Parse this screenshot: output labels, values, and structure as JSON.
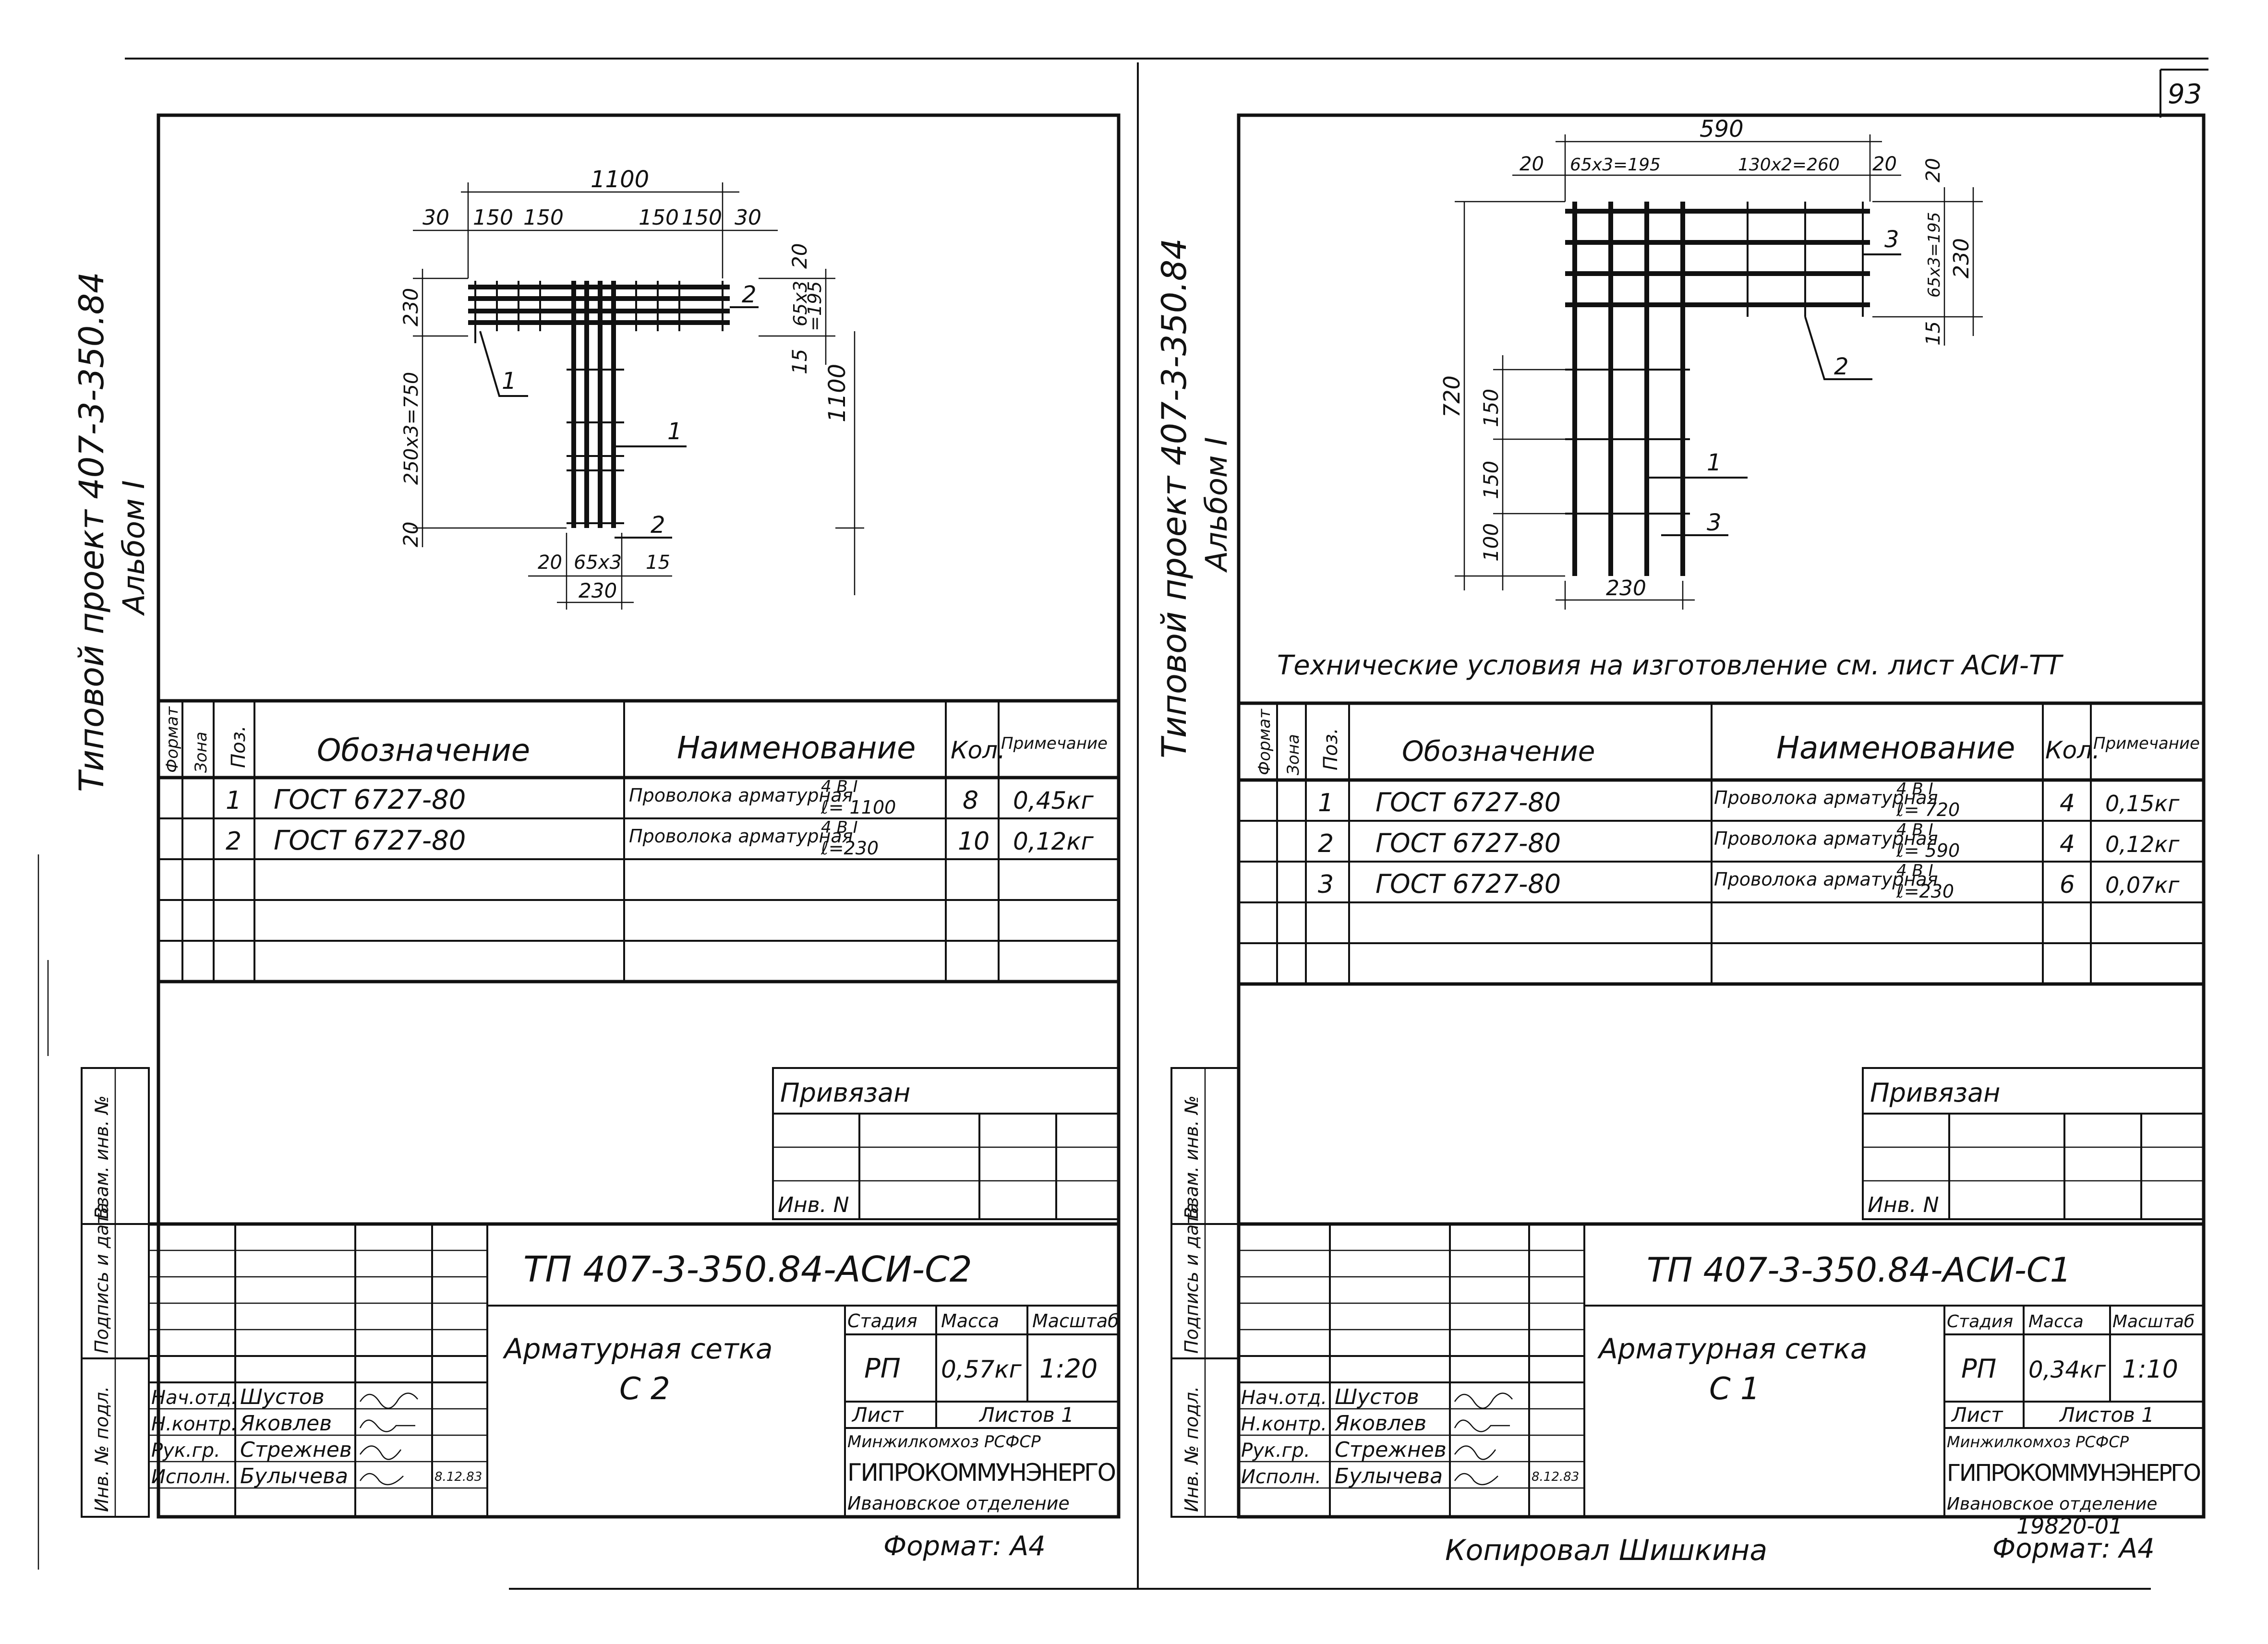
{
  "page_number": "93",
  "copied_by": "Копировал Шишкина",
  "archive_number": "19820-01",
  "left_sheet": {
    "vertical_title": "Типовой проект 407-3-350.84",
    "vertical_subtitle": "Альбом I",
    "drawing": {
      "dims": {
        "overall_width": "1100",
        "top_left": [
          "30",
          "150",
          "150"
        ],
        "top_right": [
          "150",
          "150",
          "30"
        ],
        "right_top": "20",
        "right_mid": "65х3",
        "right_mid2": "=195",
        "right_bottom": "15",
        "right_height": "1100",
        "left_height_flange": "230",
        "left_height_stem": "250х3=750",
        "left_bottom": "20",
        "bottom_parts": [
          "20",
          "65х3",
          "15"
        ],
        "bottom_width": "230"
      },
      "callouts": [
        "1",
        "1",
        "2",
        "2"
      ]
    },
    "spec": {
      "headers": {
        "format": "Формат",
        "zone": "Зона",
        "pos": "Поз.",
        "designation": "Обозначение",
        "name": "Наименование",
        "qty": "Кол.",
        "note": "Примечание"
      },
      "rows": [
        {
          "pos": "1",
          "designation": "ГОСТ 6727-80",
          "name": "Проволока арматурная",
          "spec": "4 B I",
          "length": "ℓ= 1100",
          "qty": "8",
          "note": "0,45кг"
        },
        {
          "pos": "2",
          "designation": "ГОСТ 6727-80",
          "name": "Проволока арматурная",
          "spec": "4 B I",
          "length": "ℓ=230",
          "qty": "10",
          "note": "0,12кг"
        }
      ]
    },
    "side_labels": [
      "Инв. № подл.",
      "Подпись и дата",
      "Взам. инв. №"
    ],
    "tied_label": "Привязан",
    "inv_label": "Инв. N",
    "title_block": {
      "code": "ТП  407-3-350.84-АСИ-С2",
      "name_line1": "Арматурная  сетка",
      "name_line2": "С 2",
      "stage_label": "Стадия",
      "mass_label": "Масса",
      "scale_label": "Масштаб",
      "stage": "РП",
      "mass": "0,57кг",
      "scale": "1:20",
      "sheet_label": "Лист",
      "sheets_label": "Листов 1",
      "org1": "Минжилкомхоз РСФСР",
      "org2": "ГИПРОКОММУНЭНЕРГО",
      "org3": "Ивановское отделение",
      "people": [
        {
          "role": "Нач.отд.",
          "name": "Шустов",
          "date": ""
        },
        {
          "role": "Н.контр.",
          "name": "Яковлев",
          "date": ""
        },
        {
          "role": "Рук.гр.",
          "name": "Стрежнев",
          "date": ""
        },
        {
          "role": "Исполн.",
          "name": "Булычева",
          "date": "8.12.83"
        }
      ]
    },
    "format": "Формат: А4"
  },
  "right_sheet": {
    "vertical_title": "Типовой проект 407-3-350.84",
    "vertical_subtitle": "Альбом I",
    "drawing": {
      "dims": {
        "overall_width": "590",
        "top_parts": [
          "20",
          "65х3=195",
          "130х2=260",
          "20"
        ],
        "right_top": "20",
        "right_mid": "65х3=195",
        "right_bottom": "15",
        "right_height": "230",
        "left_total": "720",
        "left_parts": [
          "150",
          "150",
          "100"
        ],
        "bottom_width": "230"
      },
      "callouts": [
        "3",
        "2",
        "1",
        "3"
      ]
    },
    "tech_note": "Технические  условия  на  изготовление  см. лист  АСИ-ТТ",
    "spec": {
      "headers": {
        "format": "Формат",
        "zone": "Зона",
        "pos": "Поз.",
        "designation": "Обозначение",
        "name": "Наименование",
        "qty": "Кол.",
        "note": "Примечание"
      },
      "rows": [
        {
          "pos": "1",
          "designation": "ГОСТ 6727-80",
          "name": "Проволока арматурная",
          "spec": "4 B I",
          "length": "ℓ= 720",
          "qty": "4",
          "note": "0,15кг"
        },
        {
          "pos": "2",
          "designation": "ГОСТ 6727-80",
          "name": "Проволока арматурная",
          "spec": "4 B I",
          "length": "ℓ= 590",
          "qty": "4",
          "note": "0,12кг"
        },
        {
          "pos": "3",
          "designation": "ГОСТ 6727-80",
          "name": "Проволока арматурная",
          "spec": "4 B I",
          "length": "ℓ=230",
          "qty": "6",
          "note": "0,07кг"
        }
      ]
    },
    "side_labels": [
      "Инв. № подл.",
      "Подпись и дата",
      "Взам. инв. №"
    ],
    "tied_label": "Привязан",
    "inv_label": "Инв. N",
    "title_block": {
      "code": "ТП  407-3-350.84-АСИ-С1",
      "name_line1": "Арматурная  сетка",
      "name_line2": "С 1",
      "stage_label": "Стадия",
      "mass_label": "Масса",
      "scale_label": "Масштаб",
      "stage": "РП",
      "mass": "0,34кг",
      "scale": "1:10",
      "sheet_label": "Лист",
      "sheets_label": "Листов 1",
      "org1": "Минжилкомхоз РСФСР",
      "org2": "ГИПРОКОММУНЭНЕРГО",
      "org3": "Ивановское отделение",
      "people": [
        {
          "role": "Нач.отд.",
          "name": "Шустов",
          "date": ""
        },
        {
          "role": "Н.контр.",
          "name": "Яковлев",
          "date": ""
        },
        {
          "role": "Рук.гр.",
          "name": "Стрежнев",
          "date": ""
        },
        {
          "role": "Исполн.",
          "name": "Булычева",
          "date": "8.12.83"
        }
      ]
    },
    "format": "Формат: А4"
  }
}
